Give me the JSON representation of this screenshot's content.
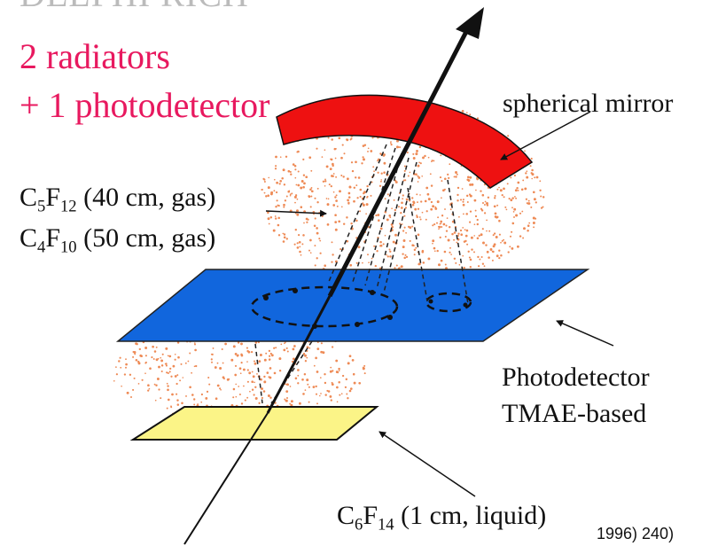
{
  "title": {
    "cut_text": "DELPHI RICH",
    "line1": "2 radiators",
    "line2": "+ 1 photodetector"
  },
  "labels": {
    "mirror": "spherical mirror",
    "gas1": {
      "base_a": "C",
      "sub_a": "5",
      "base_b": "F",
      "sub_b": "12",
      "rest": " (40 cm, gas)"
    },
    "gas2": {
      "base_a": "C",
      "sub_a": "4",
      "base_b": "F",
      "sub_b": "10",
      "rest": " (50 cm, gas)"
    },
    "photodetector_line1": "Photodetector",
    "photodetector_line2": "TMAE-based",
    "liquid": {
      "base_a": "C",
      "sub_a": "6",
      "base_b": "F",
      "sub_b": "14",
      "rest": " (1 cm, liquid)"
    },
    "citation": "1996) 240)"
  },
  "colors": {
    "title": "#e8195f",
    "mirror": "#ee1111",
    "photodetector_plane": "#1166dd",
    "liquid_radiator": "#fbf487",
    "gas_dots": "#ee8a55",
    "track": "#000000"
  }
}
